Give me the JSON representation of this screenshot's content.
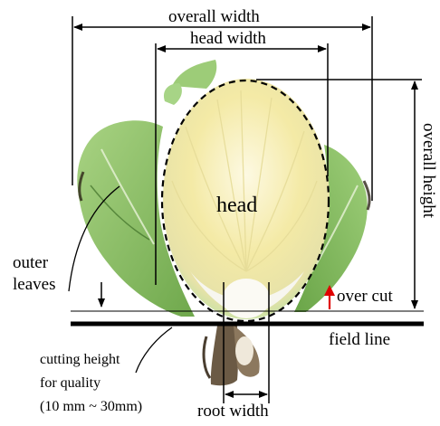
{
  "labels": {
    "overall_width": "overall width",
    "head_width": "head width",
    "overall_height": "overall height",
    "head": "head",
    "outer_leaves_line1": "outer",
    "outer_leaves_line2": "leaves",
    "over_cut": "over cut",
    "field_line": "field line",
    "cutting_height_line1": "cutting height",
    "cutting_height_line2": "for quality",
    "cutting_height_line3": "(10 mm ~ 30mm)",
    "root_width": "root width"
  },
  "colors": {
    "line": "#000000",
    "over_cut_arrow": "#e00000",
    "outer_leaf": "#8fc56a",
    "outer_leaf_dark": "#5e9a3e",
    "head_inner": "#f6f0b8",
    "head_core": "#fbf7dc",
    "head_edge": "#b9d79a",
    "root": "#6b5a45",
    "soil": "#4a3e30"
  }
}
